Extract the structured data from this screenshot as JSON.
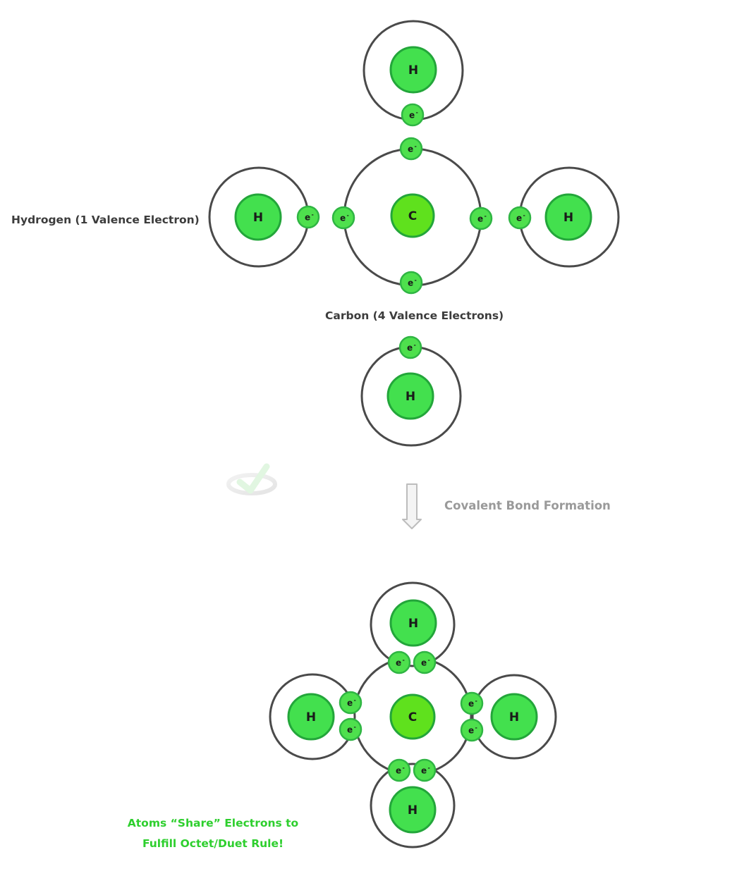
{
  "labels": {
    "hydrogen": "Hydrogen (1 Valence Electron)",
    "carbon": "Carbon (4 Valence Electrons)",
    "process": "Covalent Bond Formation",
    "result_line1": "Atoms “Share” Electrons to",
    "result_line2": "Fulfill Octet/Duet Rule!"
  },
  "symbols": {
    "hydrogen": "H",
    "carbon": "C",
    "electron": "e",
    "electron_charge": "-"
  },
  "colors": {
    "hydrogen_fill": "#43e04e",
    "carbon_fill": "#5fe11d",
    "nucleus_stroke": "#23a63a",
    "electron_fill": "#4ee04d",
    "electron_stroke": "#2fb543",
    "shell_stroke": "#4a4a4a",
    "label_dark": "#3c3c3c",
    "label_grey": "#9a9a9a",
    "label_green": "#2ecf2e",
    "arrow": "#bdbdbd"
  }
}
